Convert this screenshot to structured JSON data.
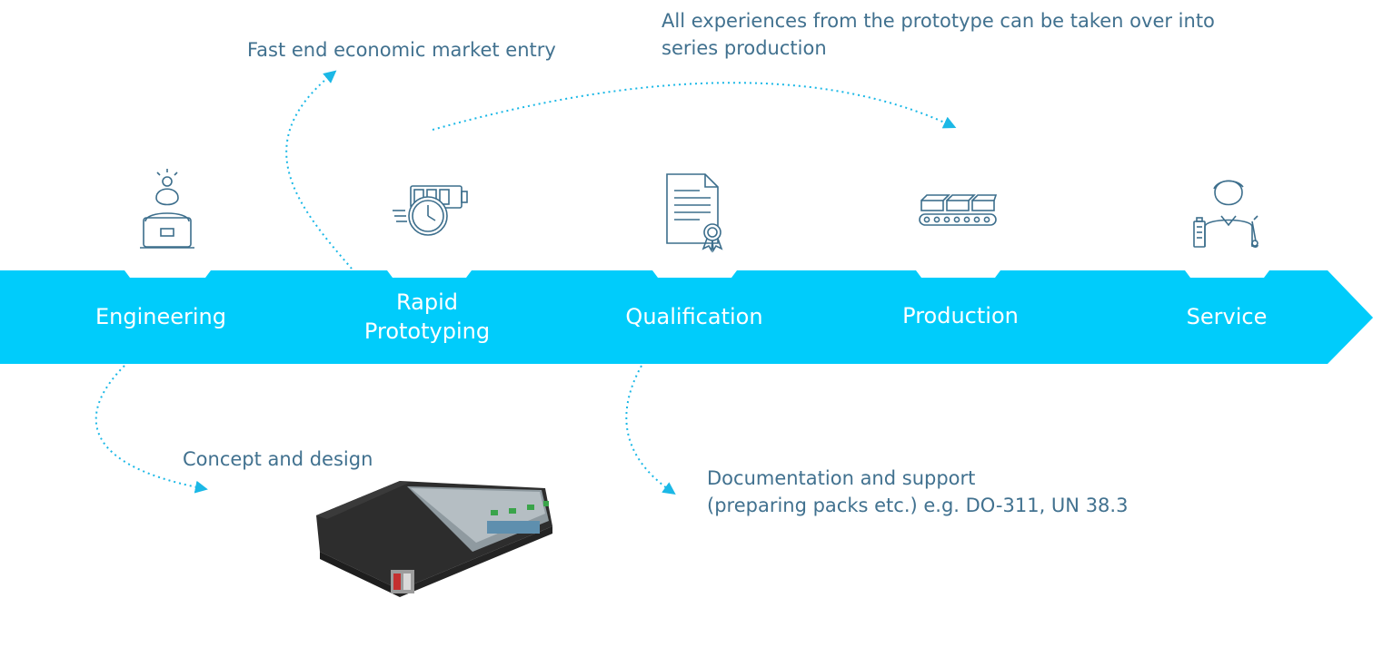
{
  "annotations": {
    "market_entry": "Fast end economic market entry",
    "series_line1": "All experiences from the prototype can be taken over into",
    "series_line2": "series production",
    "concept": "Concept and design",
    "docs_line1": "Documentation and support",
    "docs_line2": "(preparing packs etc.) e.g. DO-311, UN 38.3"
  },
  "stages": [
    {
      "label": "Engineering",
      "icon": "engineer-laptop-icon"
    },
    {
      "label_line1": "Rapid",
      "label_line2": "Prototyping",
      "icon": "battery-clock-icon"
    },
    {
      "label": "Qualification",
      "icon": "certificate-document-icon"
    },
    {
      "label": "Production",
      "icon": "conveyor-belt-icon"
    },
    {
      "label": "Service",
      "icon": "service-technician-icon"
    }
  ],
  "product": {
    "icon": "battery-pack-icon"
  },
  "colors": {
    "arrow": "#00ccfb",
    "icon_stroke": "#3c6e8c",
    "text": "#41718f",
    "dotted": "#1bb8e6"
  }
}
